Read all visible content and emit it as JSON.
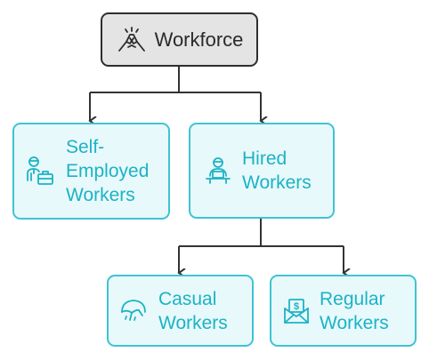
{
  "root": {
    "label": "Workforce",
    "icon": "workforce-hands-icon"
  },
  "children": [
    {
      "label": "Self-\nEmployed\nWorkers",
      "icon": "self-employed-worker-icon"
    },
    {
      "label": "Hired\nWorkers",
      "icon": "hired-worker-desk-icon"
    }
  ],
  "grandchildren": [
    {
      "label": "Casual\nWorkers",
      "icon": "casual-umbrella-icon"
    },
    {
      "label": "Regular\nWorkers",
      "icon": "regular-pay-envelope-icon"
    }
  ],
  "colors": {
    "root_fill": "#e4e4e4",
    "root_border": "#2e2e2e",
    "node_fill": "#e8f9fb",
    "node_border": "#3fc3d3",
    "node_text": "#1bb3c5",
    "connector": "#333333"
  }
}
